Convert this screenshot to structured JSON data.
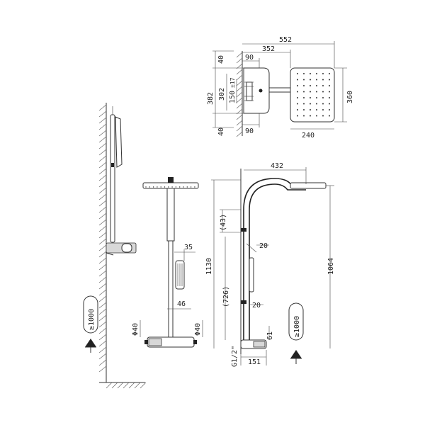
{
  "top_view": {
    "overall_width": "552",
    "mid_width": "352",
    "left_width_top": "90",
    "left_width_bottom": "90",
    "head_width": "240",
    "top_offset": "40",
    "bottom_offset": "40",
    "total_height": "382",
    "inner_height": "302",
    "spacing": "150",
    "spacing_tolerance": "±17",
    "head_depth": "360"
  },
  "front_view": {
    "handshower_width": "35",
    "bar_offset": "46",
    "dia_left": "Φ40",
    "dia_right": "Φ40"
  },
  "side_view": {
    "arm_reach": "432",
    "top_gap": "(43)",
    "angle_top": "20",
    "overall_height": "1130",
    "head_height": "1064",
    "mid_height": "(726)",
    "angle_bottom": "20",
    "shelf_height": "61",
    "inlet": "G1/2\"",
    "base_depth": "151"
  },
  "install": {
    "left_height": "≥1000",
    "right_height": "≥1000"
  }
}
